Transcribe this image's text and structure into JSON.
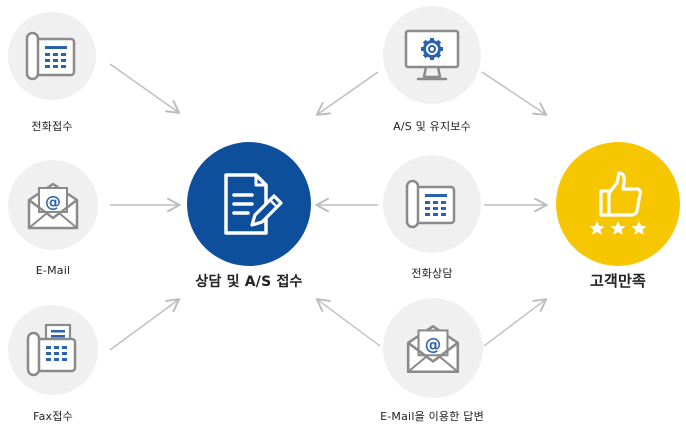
{
  "channels_left": [
    {
      "label": "전화접수",
      "icon": "phone-fax-icon"
    },
    {
      "label": "E-Mail",
      "icon": "envelope-icon"
    },
    {
      "label": "Fax접수",
      "icon": "fax-machine-icon"
    }
  ],
  "center": {
    "label": "상담 및 A/S 접수",
    "icon": "document-pen-icon"
  },
  "services_right": [
    {
      "label": "A/S 및 유지보수",
      "icon": "monitor-gear-icon"
    },
    {
      "label": "전화상담",
      "icon": "phone-fax-icon"
    },
    {
      "label": "E-Mail을 이용한 답변",
      "icon": "envelope-icon"
    }
  ],
  "result": {
    "label": "고객만족",
    "icon": "thumbs-up-stars-icon"
  },
  "colors": {
    "center": "#0e4f9c",
    "result": "#f6c600",
    "node_bg": "#f0f0f0",
    "icon_gray": "#8a8a8a",
    "icon_blue": "#2a62ad",
    "arrow": "#bdbdbd"
  }
}
